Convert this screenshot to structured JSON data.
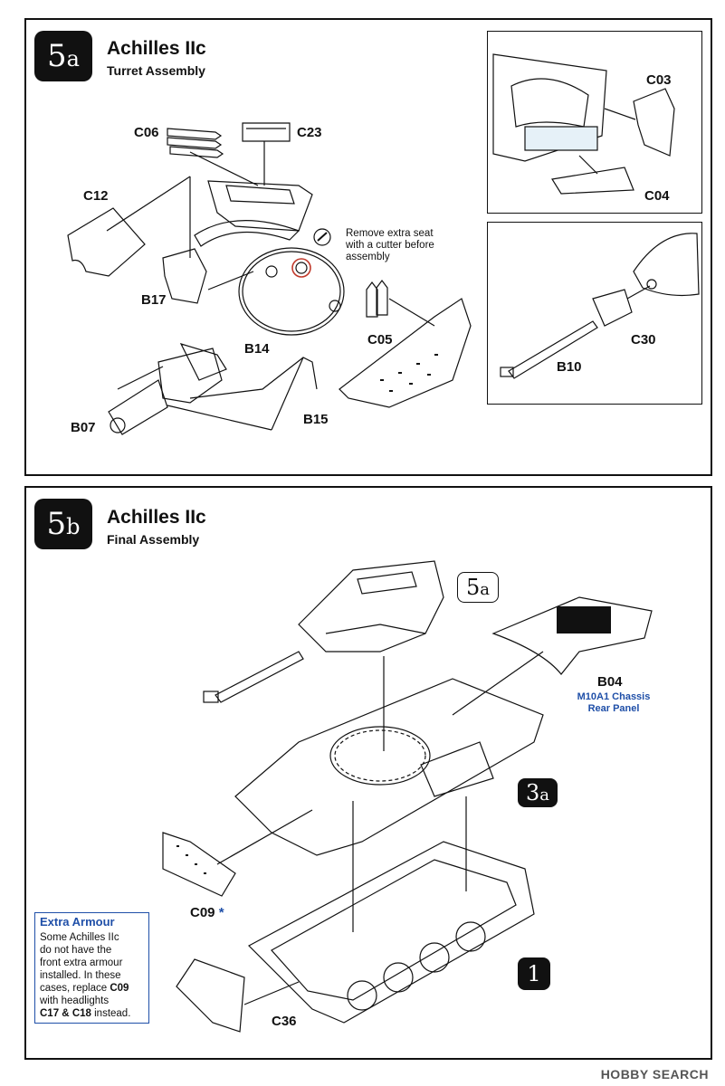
{
  "step_a": {
    "number": "5",
    "suffix": "a",
    "title": "Achilles IIc",
    "subtitle": "Turret Assembly",
    "parts": {
      "c06": "C06",
      "c23": "C23",
      "c12": "C12",
      "b17": "B17",
      "b14": "B14",
      "c05": "C05",
      "b07": "B07",
      "b15": "B15",
      "c03": "C03",
      "c04": "C04",
      "c30": "C30",
      "b10": "B10"
    },
    "note": [
      "Remove extra seat",
      "with a cutter before",
      "assembly"
    ]
  },
  "step_b": {
    "number": "5",
    "suffix": "b",
    "title": "Achilles IIc",
    "subtitle": "Final Assembly",
    "ref_5a": {
      "num": "5",
      "suffix": "a"
    },
    "ref_3a": {
      "num": "3",
      "suffix": "a"
    },
    "ref_1": "1",
    "parts": {
      "b04": "B04",
      "c09": "C09",
      "c09_mark": "*",
      "c36": "C36"
    },
    "b04_caption": [
      "M10A1 Chassis",
      "Rear Panel"
    ],
    "callout": {
      "title": "Extra Armour",
      "lines": [
        "Some Achilles IIc",
        "do not have the",
        "front extra armour",
        "installed.  In these",
        "cases, replace ",
        "with headlights",
        " instead."
      ],
      "bold_c09": "C09",
      "bold_c17": "C17",
      "amp": " & ",
      "bold_c18": "C18"
    }
  },
  "watermark": "HOBBY SEARCH",
  "colors": {
    "accent_blue": "#1f4fa8",
    "highlight_red": "#c0392b",
    "ink": "#111111"
  }
}
